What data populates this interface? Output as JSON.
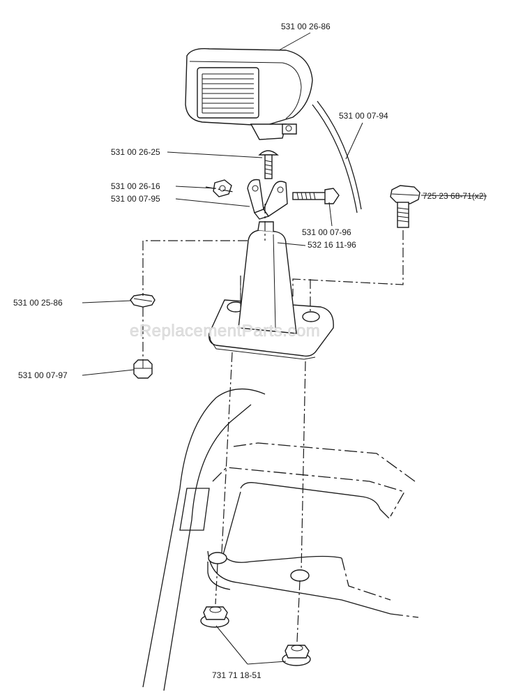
{
  "parts": {
    "lamp": "531 00 26-86",
    "lamp_bracket_wire": "531 00 07-94",
    "carriage_bolt": "531 00 26-25",
    "nut_small": "531 00 26-16",
    "bracket": "531 00 07-95",
    "pivot_bolt": "531 00 07-96",
    "mount_post": "532 16 11-96",
    "hex_bolt": "725 23 68-71(x2)",
    "washer": "531 00 25-86",
    "lock_nut": "531 00 07-97",
    "flange_nuts": "731 71 18-51"
  },
  "watermark": "eReplacementParts.com"
}
